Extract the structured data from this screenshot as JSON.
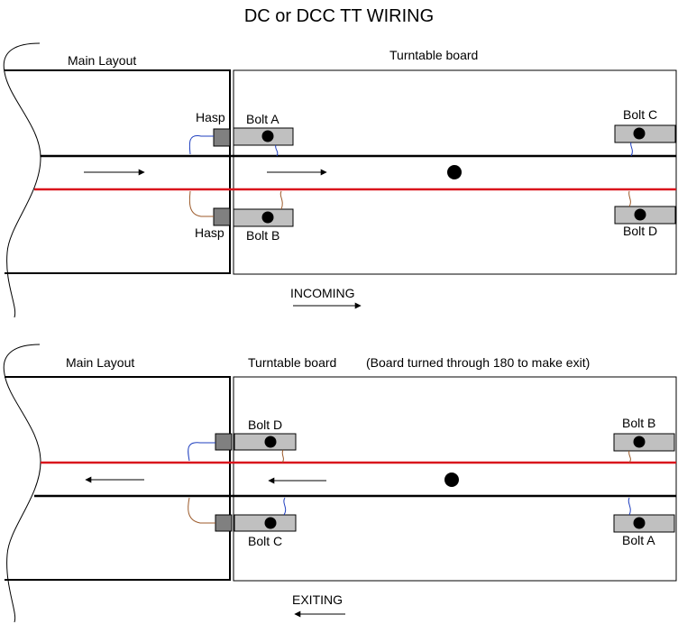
{
  "title": "DC or DCC TT WIRING",
  "colors": {
    "black_rail": "#000000",
    "red_rail": "#d9141c",
    "bolt_fill": "#c0c0c0",
    "hasp_fill": "#808080",
    "blue_wire": "#1f3fbf",
    "brown_wire": "#9c5a2a"
  },
  "incoming": {
    "main_layout_label": "Main Layout",
    "turntable_label": "Turntable board",
    "hasp_top": "Hasp",
    "hasp_bottom": "Hasp",
    "bolt_a": "Bolt A",
    "bolt_b": "Bolt B",
    "bolt_c": "Bolt C",
    "bolt_d": "Bolt D",
    "direction_label": "INCOMING"
  },
  "exiting": {
    "main_layout_label": "Main Layout",
    "turntable_label": "Turntable board",
    "note": "(Board turned through 180 to make exit)",
    "bolt_d": "Bolt D",
    "bolt_c": "Bolt C",
    "bolt_b": "Bolt B",
    "bolt_a": "Bolt A",
    "direction_label": "EXITING"
  }
}
